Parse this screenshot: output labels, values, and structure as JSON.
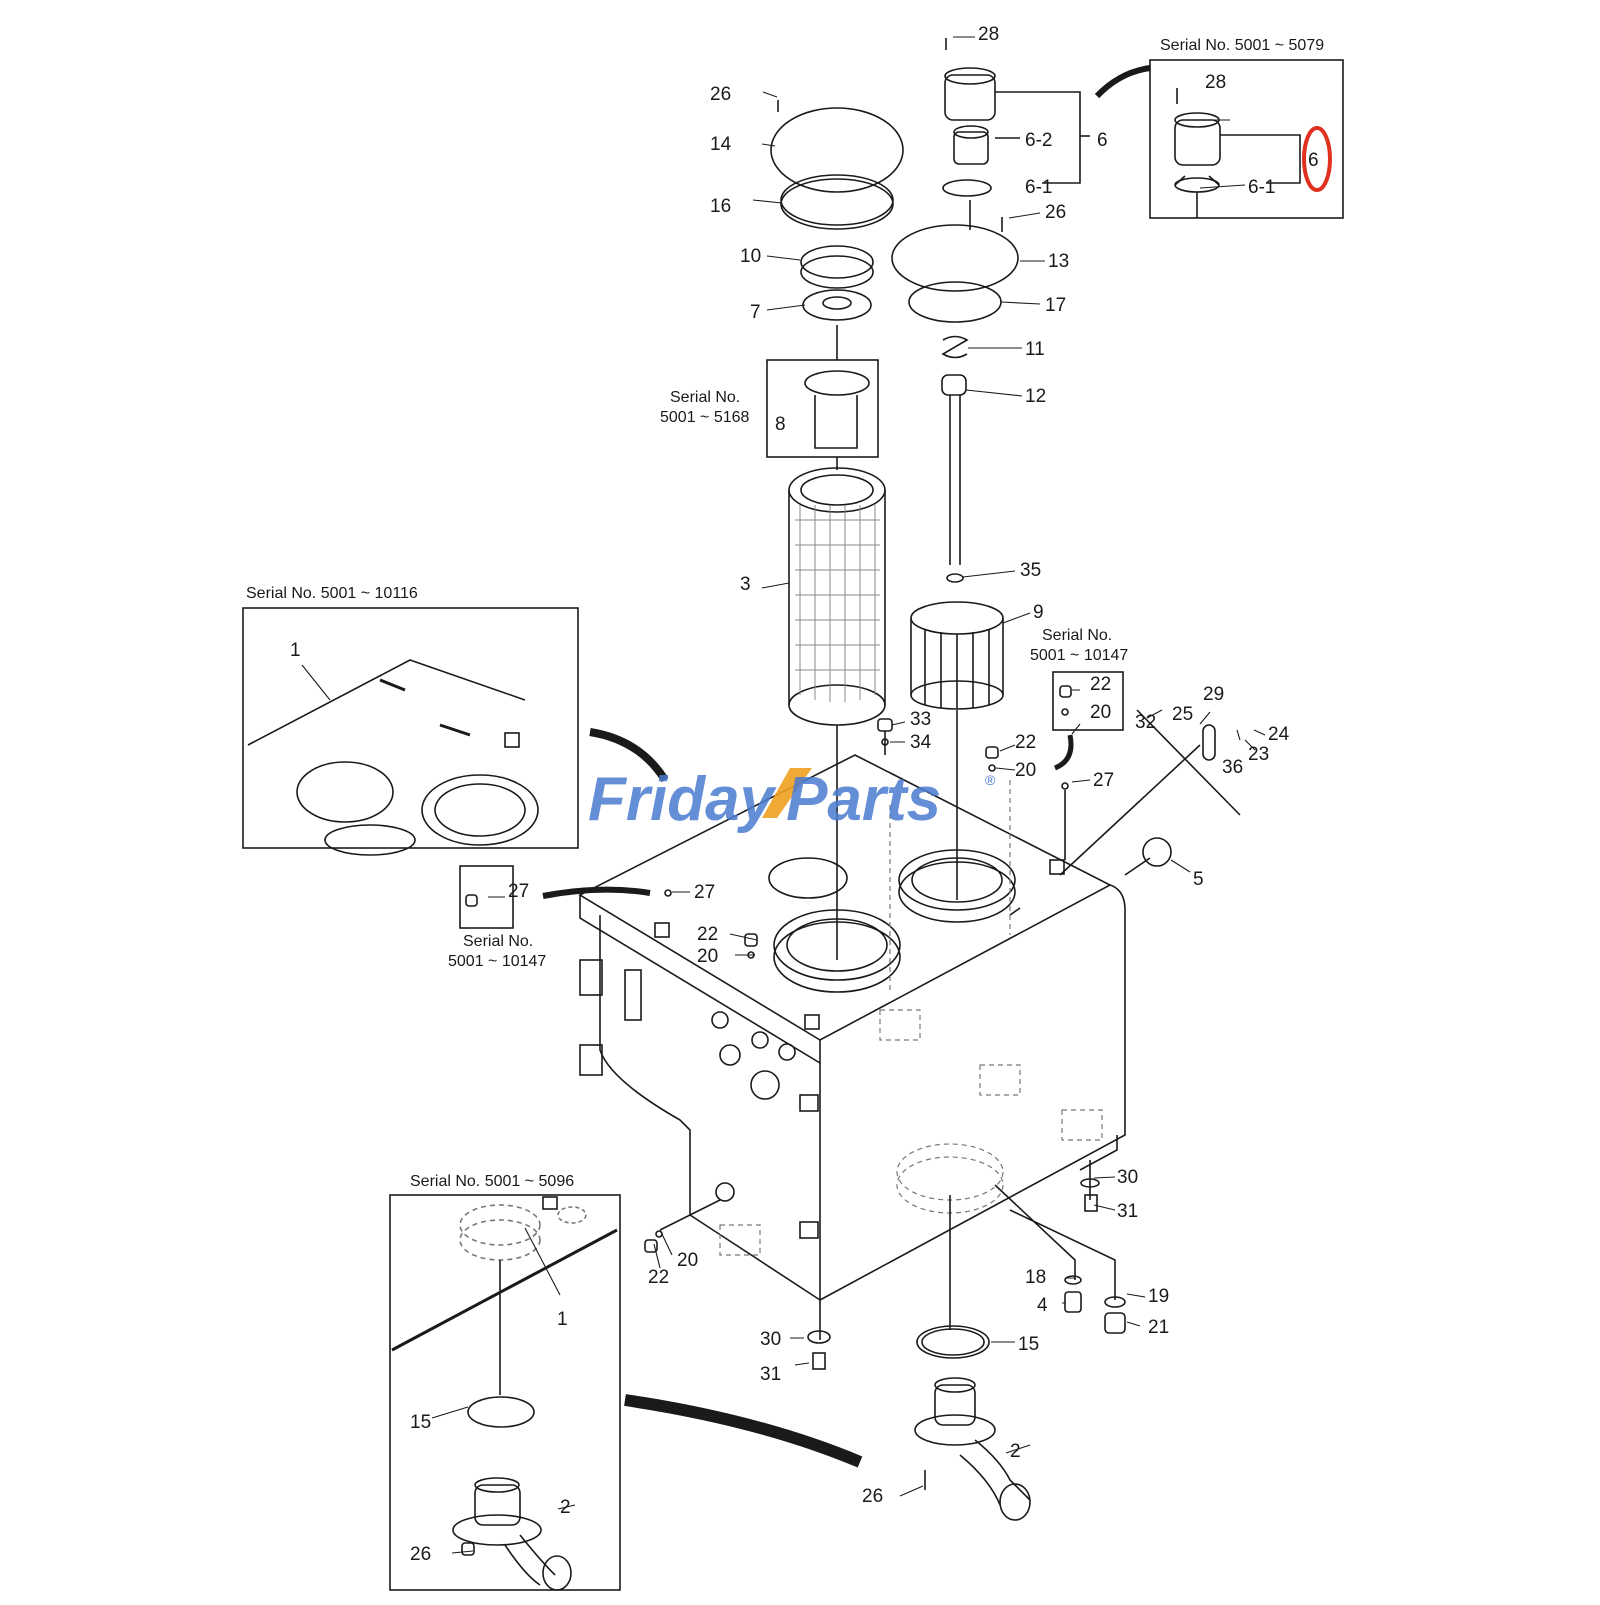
{
  "watermark": {
    "left": "Friday",
    "right": "Parts",
    "mark": "®",
    "color": "#4a7bd0",
    "accent": "#f0a020"
  },
  "callouts": {
    "serial_5079": "Serial No. 5001 ~ 5079",
    "serial_5168_a": "Serial No.",
    "serial_5168_b": "5001 ~ 5168",
    "serial_10116": "Serial No. 5001 ~ 10116",
    "serial_10147r_a": "Serial No.",
    "serial_10147r_b": "5001 ~ 10147",
    "serial_10147l_a": "Serial No.",
    "serial_10147l_b": "5001 ~ 10147",
    "serial_5096": "Serial No. 5001 ~ 5096"
  },
  "highlight": {
    "label": "6",
    "color": "#e03020"
  },
  "parts": {
    "p28a": "28",
    "p26a": "26",
    "p14": "14",
    "p16": "16",
    "p62": "6-2",
    "p6a": "6",
    "p61a": "6-1",
    "p26b": "26",
    "p10": "10",
    "p13": "13",
    "p7": "7",
    "p17": "17",
    "p11": "11",
    "p12": "12",
    "p8": "8",
    "p3": "3",
    "p35": "35",
    "p9": "9",
    "p1a": "1",
    "p22a": "22",
    "p20a": "20",
    "p33": "33",
    "p34": "34",
    "p22b": "22",
    "p20b": "20",
    "p32": "32",
    "p25": "25",
    "p29": "29",
    "p24": "24",
    "p23": "23",
    "p36": "36",
    "p27a": "27",
    "p27b": "27",
    "p27c": "27",
    "p5": "5",
    "p22c": "22",
    "p20c": "20",
    "p30a": "30",
    "p31a": "31",
    "p18": "18",
    "p19": "19",
    "p4": "4",
    "p21": "21",
    "p22d": "22",
    "p20d": "20",
    "p30b": "30",
    "p31b": "31",
    "p15a": "15",
    "p2a": "2",
    "p26c": "26",
    "p1b": "1",
    "p15b": "15",
    "p2b": "2",
    "p26d": "26",
    "p28b": "28",
    "p61b": "6-1"
  }
}
